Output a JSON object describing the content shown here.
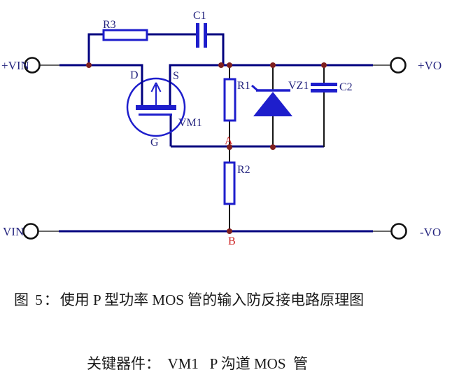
{
  "schematic": {
    "terminals": {
      "vin_pos": "+VIN",
      "vin_neg": "VIN",
      "vo_pos": "+VO",
      "vo_neg": "-VO"
    },
    "labels": {
      "r1": "R1",
      "r2": "R2",
      "r3": "R3",
      "c1": "C1",
      "c2": "C2",
      "vz1": "VZ1",
      "vm1": "VM1",
      "drain": "D",
      "source": "S",
      "gate": "G",
      "node_a": "A",
      "node_b": "B"
    },
    "colors": {
      "wire": "#00007f",
      "component": "#1e1ecc",
      "lead": "#161616",
      "junction_dot": "#7f1f1f",
      "label": "#26267f",
      "node_label": "#cc2020"
    }
  },
  "caption": {
    "figure_label": "图 5：",
    "figure_text": "使用 P 型功率 MOS 管的输入防反接电路原理图",
    "key_components": "关键器件：  VM1   P 沟道 MOS  管"
  }
}
